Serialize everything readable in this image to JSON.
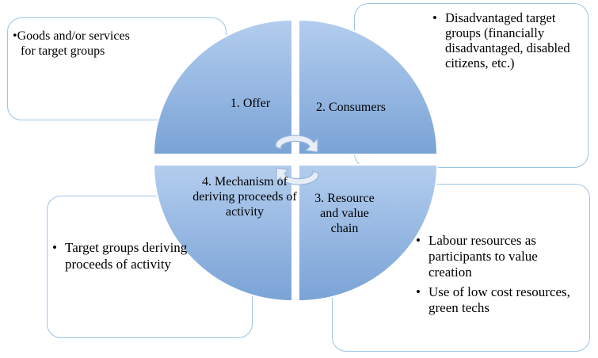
{
  "quadrants": [
    {
      "label": "1. Offer"
    },
    {
      "label": "2. Consumers"
    },
    {
      "label": "3. Resource and value chain"
    },
    {
      "label": "4. Mechanism of deriving proceeds of activity"
    }
  ],
  "boxes": {
    "offer": {
      "bullet_line1": "•Goods and/or services",
      "bullet_line2": "for target groups"
    },
    "consumers": {
      "bullets": [
        "Disadvantaged target groups (financially disadvantaged, disabled citizens, etc.)"
      ]
    },
    "proceeds": {
      "bullets": [
        "Target groups deriving proceeds of activity"
      ]
    },
    "chain": {
      "bullets": [
        "Labour resources as participants to value creation",
        "Use of low cost resources, green techs"
      ]
    }
  },
  "colors": {
    "fill_top": "#a7c3e8",
    "fill_bottom": "#7ea6d8",
    "box_border": "#9dc3e6",
    "pie_stroke": "#ffffff"
  }
}
